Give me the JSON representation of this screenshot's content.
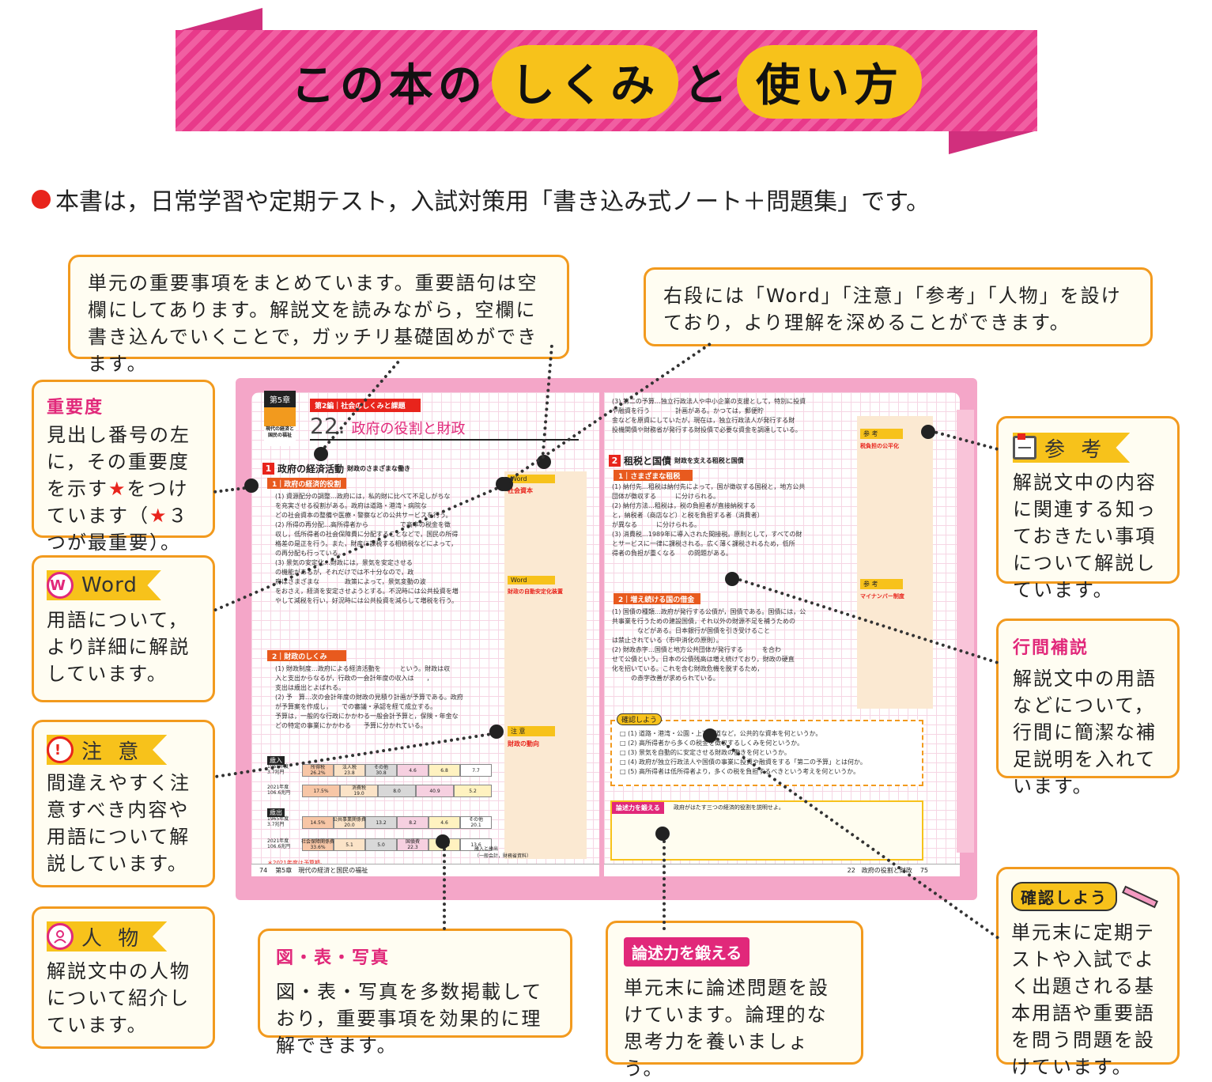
{
  "title": {
    "part1": "この本の",
    "part2": "しくみ",
    "part3": "と",
    "part4": "使い方"
  },
  "intro": "本書は，日常学習や定期テスト，入試対策用「書き込み式ノート＋問題集」です。",
  "callouts": {
    "summary": "単元の重要事項をまとめています。重要語句は空欄にしてあります。解説文を読みながら，空欄に書き込んでいくことで，ガッチリ基礎固めができます。",
    "right_column": "右段には「Word」「注意」「参考」「人物」を設けており，より理解を深めることができます。",
    "importance_title": "重要度",
    "importance_text_1": "見出し番号の左に，その重要度を示す",
    "importance_text_2": "をつけています（",
    "importance_text_3": "３つが最重要）。",
    "word_label": "Word",
    "word_text": "用語について，より詳細に解説しています。",
    "caution_label": "注 意",
    "caution_text": "間違えやすく注意すべき内容や用語について解説しています。",
    "person_label": "人 物",
    "person_text": "解説文中の人物について紹介しています。",
    "figure_title": "図・表・写真",
    "figure_text": "図・表・写真を多数掲載しており，重要事項を効果的に理解できます。",
    "essay_label": "論述力を鍛える",
    "essay_text": "単元末に論述問題を設けています。論理的な思考力を養いましょう。",
    "reference_label": "参 考",
    "reference_text": "解説文中の内容に関連する知っておきたい事項について解説しています。",
    "interline_title": "行間補説",
    "interline_text": "解説文中の用語などについて，行間に簡潔な補足説明を入れています。",
    "check_label": "確認しよう",
    "check_text": "単元末に定期テストや入試でよく出題される基本用語や重要語を問う問題を設けています。"
  },
  "book": {
    "chapter": "第5章",
    "chapter_sub": "現代の経済と国民の福祉",
    "part": "第2編｜社会のしくみと課題",
    "unit_num": "22.",
    "unit_title": "政府の役割と財政",
    "sec1": "政府の経済活動",
    "sec1_sub": "財政のさまざまな働き",
    "sub1": "1｜政府の経済的役割",
    "sub2": "2｜財政のしくみ",
    "sec2": "租税と国債",
    "sec2_sub": "財政を支える租税と国債",
    "sub3": "1｜さまざまな租税",
    "sub4": "2｜増え続ける国の借金",
    "word1": "Word",
    "word1_term": "社会資本",
    "word2": "Word",
    "word2_term": "財政の自動安定化装置",
    "caution": "注 意",
    "caution_term": "財政の動向",
    "ref1": "参 考",
    "ref1_term": "税負担の公平化",
    "ref2": "参 考",
    "ref2_term": "マイナンバー制度",
    "check_title": "確認しよう",
    "check_items": [
      "(1) 道路・港湾・公園・上下水道など，公共的な資本を何というか。",
      "(2) 高所得者から多くの税金を徴収するしくみを何というか。",
      "(3) 景気を自動的に安定させる財政の働きを何というか。",
      "(4) 政府が独立行政法人や国債の事業に投資や融資をする「第二の予算」とは何か。",
      "(5) 高所得者は低所得者より，多くの税を負担するべきという考えを何というか。"
    ],
    "essay_title": "論述力を鍛える",
    "essay_q": "政府がはたす三つの経済的役割を説明せよ。",
    "page_left": "74",
    "page_left_footer": "第5章　現代の経済と国民の福祉",
    "page_right": "75",
    "page_right_footer": "22　政府の役割と財政",
    "left_body": [
      "(1) 資源配分の調整…政府には，私的財に比べて不足しがちな",
      "を充実させる役割がある。政府は道路・港湾・病院な",
      "どの社会資本の整備や医療・警察などの公共サービスを行う。",
      "(2) 所得の再分配…高所得者から",
      "で高率の税金を徴",
      "収し，低所得者の社会保障費に分配することなどで，国民の所得",
      "格差の是正を行う。また，財産に課税する相続税などによって，",
      "の再分配も行っている。",
      "(3) 景気の安定化…財政には，景気を安定させる",
      "の機能があるが，それだけでは不十分なので，政",
      "府はさまざまな",
      "政策によって，景気変動の波",
      "をおさえ，経済を安定させようとする。不況時には公共投資を増",
      "やして減税を行い，好況時には公共投資を減らして増税を行う。"
    ],
    "left_body2": [
      "(1) 財政制度…政府による経済活動を",
      "という。財政は収",
      "入と支出からなるが，行政の一会計年度の収入は",
      "，",
      "支出は歳出とよばれる。",
      "(2) 予　算…次の会計年度の財政の見積り計画が予算である。政府",
      "が予算案を作成し，",
      "での審議・承認を経て成立する。",
      "予算は，一般的な行政にかかわる一般会計予算と，保険・年金な",
      "どの特定の事業にかかわる",
      "予算に分かれている。"
    ],
    "right_body": [
      "(3) 第二の予算…独立行政法人や中小企業の支援として，特別に投資",
      "や融資を行う",
      "計画がある。かつては，郵便貯",
      "金などを原資にしていたが，現在は，独立行政法人が発行する財",
      "投機関債や財務省が発行する財投債で必要な資金を調達している。"
    ],
    "right_body2": [
      "(1) 納付先…租税は納付先によって，国が徴収する国税と，地方公共",
      "団体が徴収する",
      "に分けられる。",
      "(2) 納付方法…租税は，税の負担者が直接納税する",
      "と，納税者（商店など）と税を負担する者（消費者）",
      "が異なる",
      "に分けられる。",
      "(3) 消費税…1989年に導入された間接税。原則として，すべての財",
      "とサービスに一律に課税される。広く薄く課税されるため，低所",
      "得者の負担が重くなる",
      "の問題がある。"
    ],
    "right_body3": [
      "(1) 国債の種類…政府が発行する公債が，国債である。国債には，公",
      "共事業を行うための建設国債，それ以外の財源不足を補うための",
      "などがある。日本銀行が国債を引き受けること",
      "は禁止されている（市中消化の原則）。",
      "(2) 財政赤字…国債と地方公共団体が発行する",
      "を合わ",
      "せて公債という。日本の公債残高は増え続けており，財政の硬直",
      "化を招いている。これを含む財政危機を脱するため，",
      "の赤字改善が求められている。"
    ],
    "chart": {
      "rows": [
        {
          "label": "1965年度\n3.7兆円",
          "cells": [
            "所得税\n26.2%",
            "法人税\n23.8",
            "その他\n30.8",
            "4.6",
            "6.8",
            "7.7"
          ]
        },
        {
          "label": "2021年度\n106.6兆円",
          "cells": [
            "17.5%",
            "消費税\n19.0",
            "8.0",
            "40.9",
            "5.2"
          ]
        },
        {
          "label": "1965年度\n3.7兆円",
          "cells": [
            "14.5%",
            "公共事業関係費\n20.0",
            "13.2",
            "8.2",
            "4.6",
            "その他\n20.1"
          ]
        },
        {
          "label": "2021年度\n106.6兆円",
          "cells": [
            "社会保障関係費\n33.6%",
            "5.1",
            "5.0",
            "国債費\n22.3",
            "14.8",
            "13.6"
          ]
        }
      ],
      "revenue_label": "歳入",
      "expense_label": "歳出",
      "note": "＊2021年度は予算額。",
      "source": "歳入と歳出\n（一般会計，財務省資料）"
    }
  },
  "colors": {
    "pink": "#e8398a",
    "orange": "#f29a1e",
    "yellow": "#f7c21b",
    "red": "#e8241c"
  },
  "icons": [
    "star-icon",
    "word-icon",
    "caution-icon",
    "person-icon",
    "reference-icon",
    "pencil-icon"
  ]
}
